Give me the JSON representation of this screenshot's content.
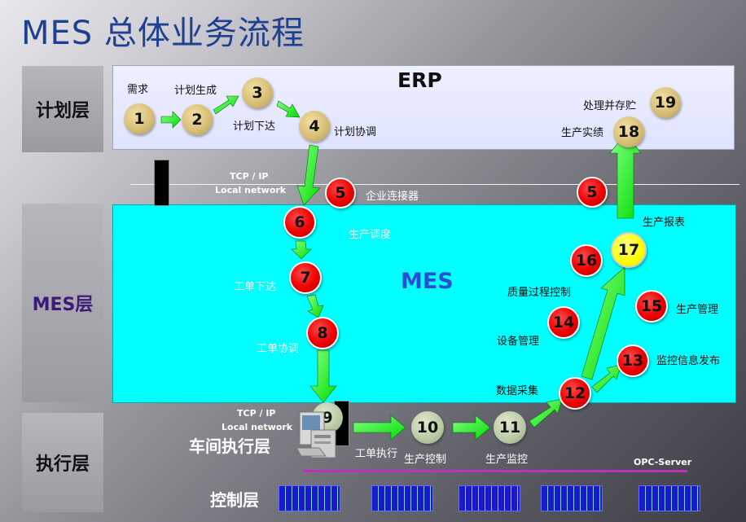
{
  "title": "MES 总体业务流程",
  "layers": {
    "plan": "计划层",
    "mes": "MES层",
    "exec": "执行层"
  },
  "erp_label": "ERP",
  "mes_label": "MES",
  "workshop_label": "车间执行层",
  "control_label": "控制层",
  "network": {
    "top_tcp": "TCP / IP",
    "top_local": "Local network",
    "bottom_tcp": "TCP / IP",
    "bottom_local": "Local network",
    "opc": "OPC-Server"
  },
  "steps": {
    "s1": "1",
    "s2": "2",
    "s3": "3",
    "s4": "4",
    "s5a": "5",
    "s5b": "5",
    "s6": "6",
    "s7": "7",
    "s8": "8",
    "s9": "9",
    "s10": "10",
    "s11": "11",
    "s12": "12",
    "s13": "13",
    "s14": "14",
    "s15": "15",
    "s16": "16",
    "s17": "17",
    "s18": "18",
    "s19": "19"
  },
  "labels": {
    "demand": "需求",
    "plan_gen": "计划生成",
    "plan_issue": "计划下达",
    "plan_coord": "计划协调",
    "enterprise_connector": "企业连接器",
    "process_store": "处理并存贮",
    "prod_actual": "生产实绩",
    "prod_schedule": "生产调度",
    "wo_issue": "工单下达",
    "wo_coord": "工单协调",
    "prod_report": "生产报表",
    "quality_ctrl": "质量过程控制",
    "prod_mgmt": "生产管理",
    "equip_mgmt": "设备管理",
    "monitor_publish": "监控信息发布",
    "data_collect": "数据采集",
    "wo_exec": "工单执行",
    "prod_ctrl": "生产控制",
    "prod_monitor": "生产监控"
  }
}
